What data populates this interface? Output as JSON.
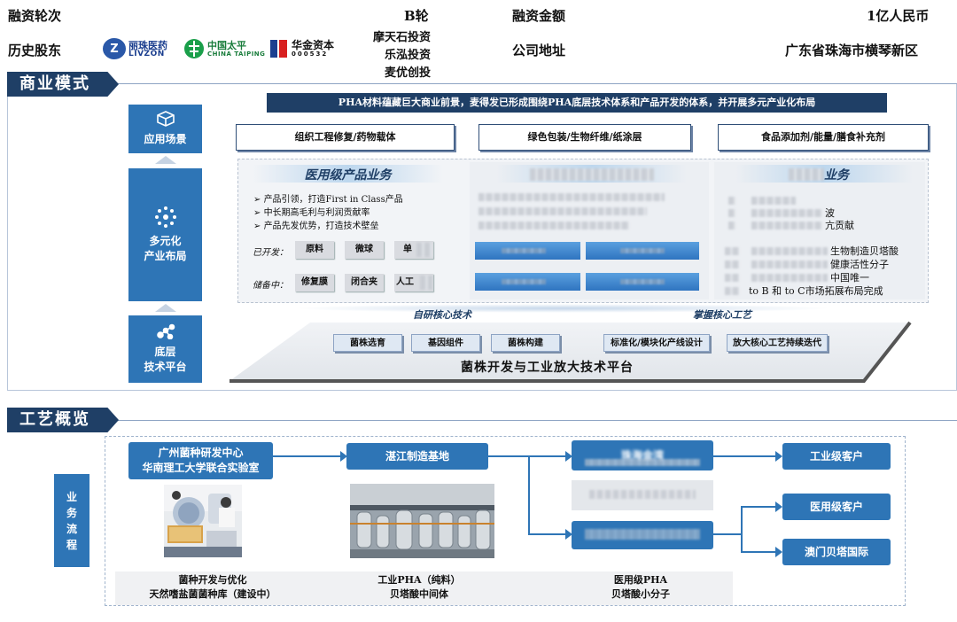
{
  "info": {
    "round_label": "融资轮次",
    "round_value": "B轮",
    "amount_label": "融资金额",
    "amount_value": "1亿人民币",
    "shareholders_label": "历史股东",
    "address_label": "公司地址",
    "address_value": "广东省珠海市横琴新区",
    "investors": [
      "摩天石投资",
      "乐泓投资",
      "麦优创投"
    ],
    "logos": {
      "livzon_cn": "丽珠医药",
      "livzon_en": "LIVZON",
      "taiping_cn": "中国太平",
      "taiping_en": "CHINA TAIPING",
      "huajin_cn": "华金资本",
      "huajin_code": "000532"
    }
  },
  "business": {
    "section_title": "商业模式",
    "banner": "PHA材料蕴藏巨大商业前景，麦得发已形成围绕PHA底层技术体系和产品开发的体系，并开展多元产业化布局",
    "pillars": {
      "scenario": "应用场景",
      "layout_line1": "多元化",
      "layout_line2": "产业布局",
      "platform_line1": "底层",
      "platform_line2": "技术平台"
    },
    "categories": [
      "组织工程修复/药物载体",
      "绿色包装/生物纤维/纸涂层",
      "食品添加剂/能量/膳食补充剂"
    ],
    "medical": {
      "title": "医用级产品业务",
      "bullets": [
        "产品引领，打造First in Class产品",
        "中长期高毛利与利润贡献率",
        "产品先发优势，打造技术壁垒"
      ],
      "developed_label": "已开发：",
      "developed_items": [
        "原料",
        "微球",
        "单"
      ],
      "reserve_label": "储备中：",
      "reserve_items": [
        "修复膜",
        "闭合夹",
        "人工"
      ]
    },
    "right": {
      "title_suffix": "业务",
      "lines": [
        "波",
        "亢贡献",
        "生物制造贝塔酸",
        "健康活性分子",
        "中国唯一",
        "to B 和 to C市场拓展布局完成"
      ]
    },
    "tech": {
      "self_dev": "自研核心技术",
      "master": "掌握核心工艺",
      "chips": [
        "菌株选育",
        "基因组件",
        "菌株构建",
        "标准化/模块化产线设计",
        "放大核心工艺持续迭代"
      ],
      "platform_title": "菌株开发与工业放大技术平台"
    }
  },
  "process": {
    "section_title": "工艺概览",
    "pillar": [
      "业",
      "务",
      "流",
      "程"
    ],
    "lab_line1": "广州菌种研发中心",
    "lab_line2": "华南理工大学联合实验室",
    "base": "湛江制造基地",
    "top_blur": "珠海金湾",
    "customers": [
      "工业级客户",
      "医用级客户",
      "澳门贝塔国际"
    ],
    "captions": {
      "c1_line1": "菌种开发与优化",
      "c1_line2": "天然嗜盐菌菌种库（建设中）",
      "c2_line1": "工业PHA（纯料）",
      "c2_line2": "贝塔酸中间体",
      "c3_line1": "医用级PHA",
      "c3_line2": "贝塔酸小分子"
    }
  }
}
